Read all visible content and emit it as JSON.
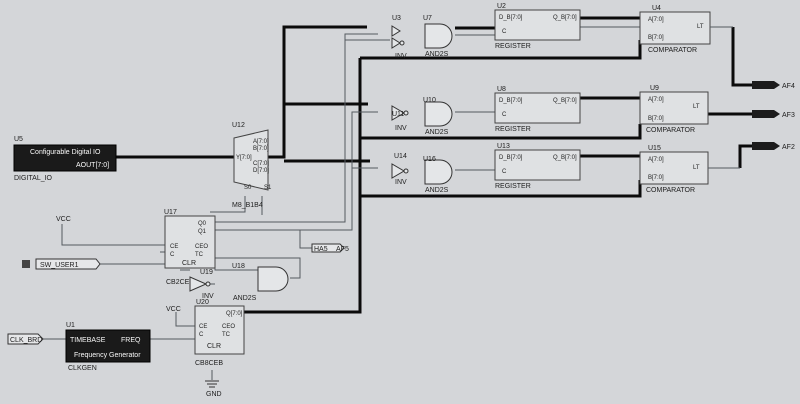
{
  "labels": {
    "u1": "U1",
    "timebase": "TIMEBASE",
    "freq": "FREQ",
    "freq_gen": "Frequency Generator",
    "clkgen": "CLKGEN",
    "u5": "U5",
    "cfg_io": "Configurable Digital IO",
    "aout": "AOUT[7:0]",
    "digital_io": "DIGITAL_IO",
    "u12": "U12",
    "m8": "M8_B1B4",
    "s0": "S0",
    "s1": "S1",
    "u12_d0": "A[7:0]",
    "u12_d1": "B[7:0]",
    "u12_d2": "C[7:0]",
    "u12_d3": "D[7:0]",
    "u12_o": "Y[7:0]",
    "u17": "U17",
    "q0": "Q0",
    "q1": "Q1",
    "ce": "CE",
    "c": "C",
    "ceo": "CEO",
    "tc": "TC",
    "clr": "CLR",
    "cb2ce": "CB2CE",
    "u20": "U20",
    "q70": "Q[7:0]",
    "cb8ceb": "CB8CEB",
    "u18": "U18",
    "u19": "U19",
    "inv": "INV",
    "and2s": "AND2S",
    "u3": "U3",
    "u2": "U2",
    "u4": "U4",
    "u7": "U7",
    "u8": "U8",
    "u9": "U9",
    "u10": "U10",
    "u11": "U11",
    "u13": "U13",
    "u14": "U14",
    "u15": "U15",
    "u16": "U16",
    "db": "D_B[7:0]",
    "qb": "Q_B[7:0]",
    "register": "REGISTER",
    "a70": "A[7:0]",
    "b70": "B[7:0]",
    "lt": "LT",
    "comparator": "COMPARATOR",
    "ha5": "HA5",
    "af5": "AF5",
    "af4": "AF4",
    "af3": "AF3",
    "af2": "AF2",
    "vcc1": "VCC",
    "vcc2": "VCC",
    "gnd": "GND",
    "sw_user1": "SW_USER1",
    "clk_brd": "CLK_BRD"
  }
}
